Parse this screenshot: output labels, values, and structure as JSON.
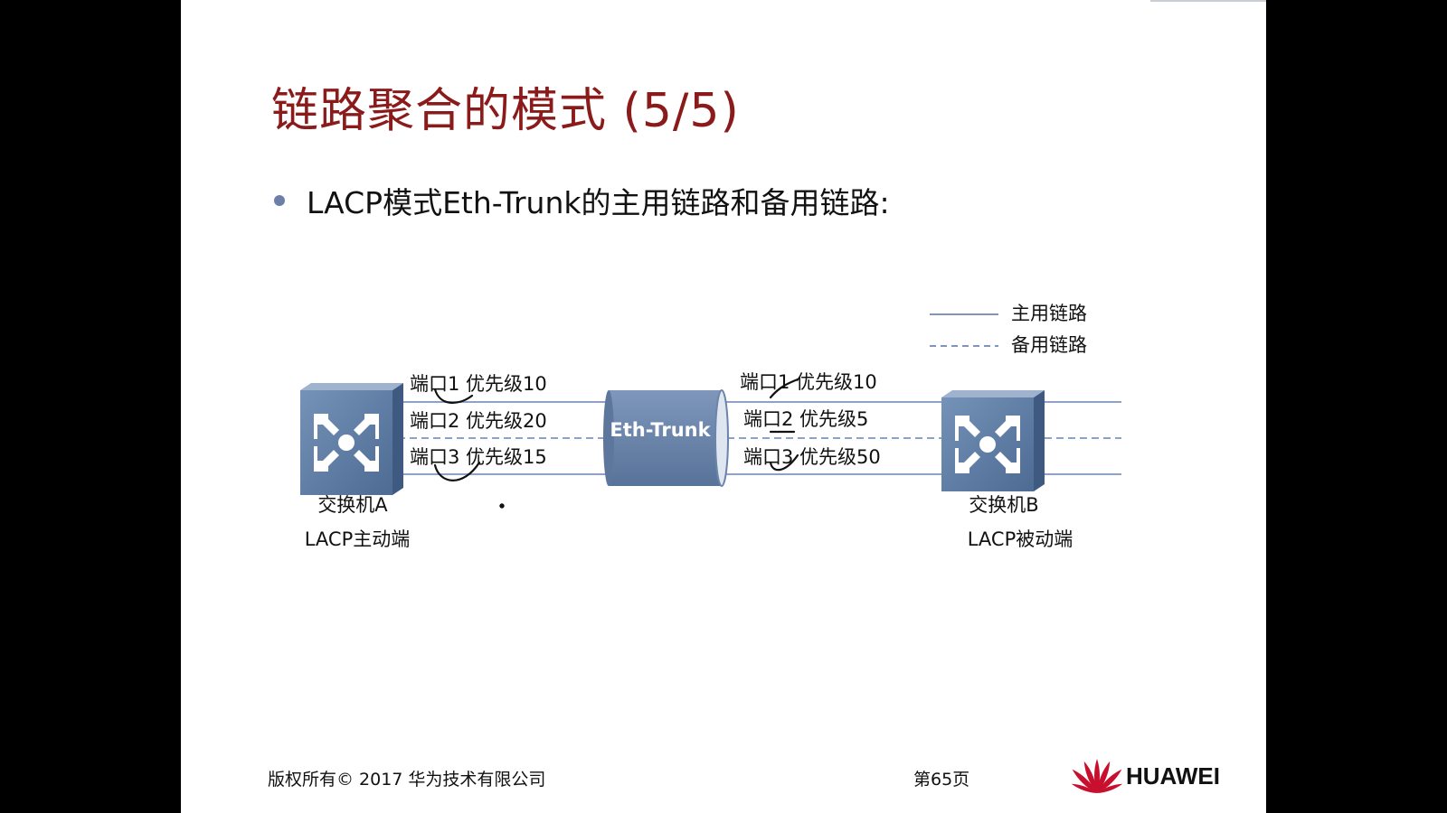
{
  "title": "链路聚合的模式 (5/5)",
  "bullet": "LACP模式Eth-Trunk的主用链路和备用链路:",
  "legend": {
    "primary": "主用链路",
    "backup": "备用链路"
  },
  "trunk_label": "Eth-Trunk",
  "switch_a": {
    "name": "交换机A",
    "role": "LACP主动端",
    "ports": [
      "端口1 优先级10",
      "端口2 优先级20",
      "端口3 优先级15"
    ]
  },
  "switch_b": {
    "name": "交换机B",
    "role": "LACP被动端",
    "ports": [
      "端口1 优先级10",
      "端口2 优先级5",
      "端口3 优先级50"
    ]
  },
  "links": [
    {
      "type": "primary"
    },
    {
      "type": "backup"
    },
    {
      "type": "primary"
    }
  ],
  "colors": {
    "title": "#8b1a1a",
    "switch": "#5e7ea6",
    "link": "#8ea2c6",
    "trunk": "#6f88ad",
    "logo": "#c8102e"
  },
  "footer": {
    "copyright": "版权所有© 2017 华为技术有限公司",
    "page": "第65页",
    "logo_text": "HUAWEI"
  }
}
